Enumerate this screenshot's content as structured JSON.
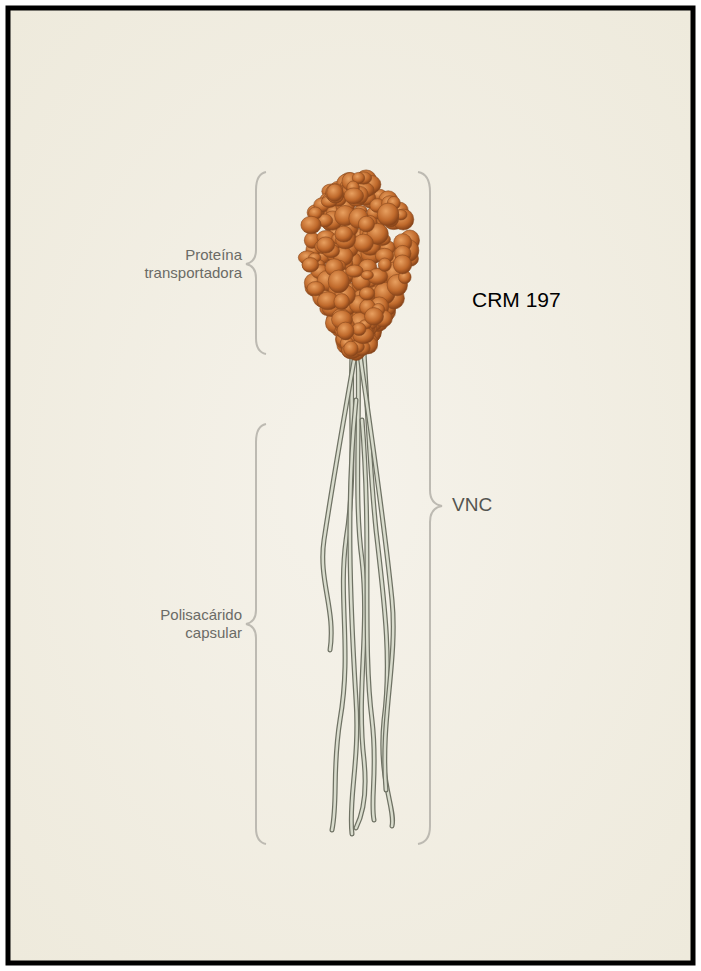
{
  "diagram": {
    "labels": [
      "Proteína transportadora",
      "CRM 197",
      "Polisacárido capsular",
      "VNC"
    ]
  }
}
